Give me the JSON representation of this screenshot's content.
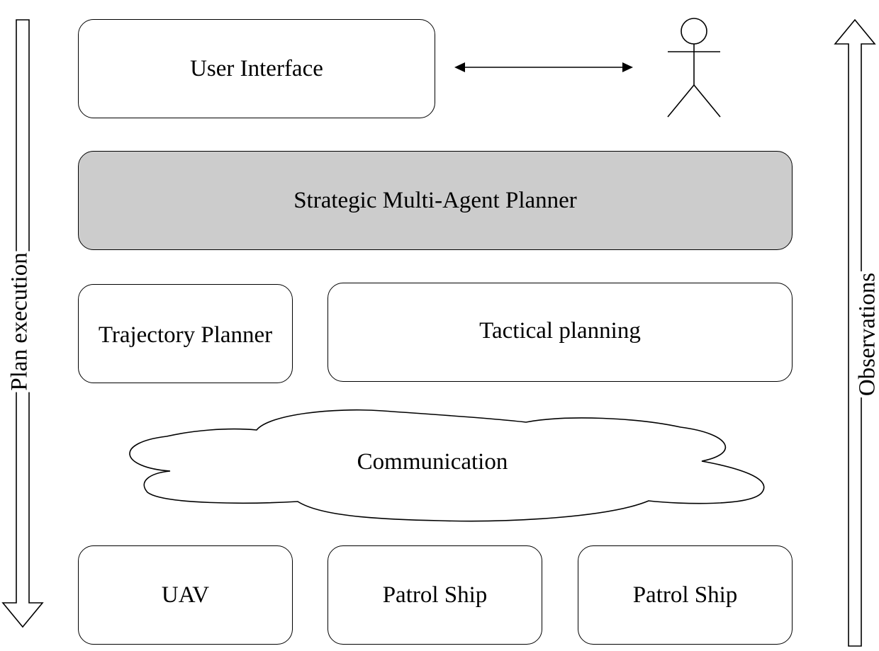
{
  "diagram": {
    "user_interface": "User Interface",
    "strategic_planner": "Strategic Multi-Agent Planner",
    "trajectory_planner": "Trajectory Planner",
    "tactical_planning": "Tactical planning",
    "communication": "Communication",
    "uav": "UAV",
    "patrol_ship_1": "Patrol Ship",
    "patrol_ship_2": "Patrol Ship",
    "left_arrow_label": "Plan execution",
    "right_arrow_label": "Observations"
  },
  "colors": {
    "strategic_fill": "#cccccc",
    "stroke": "#000000"
  }
}
